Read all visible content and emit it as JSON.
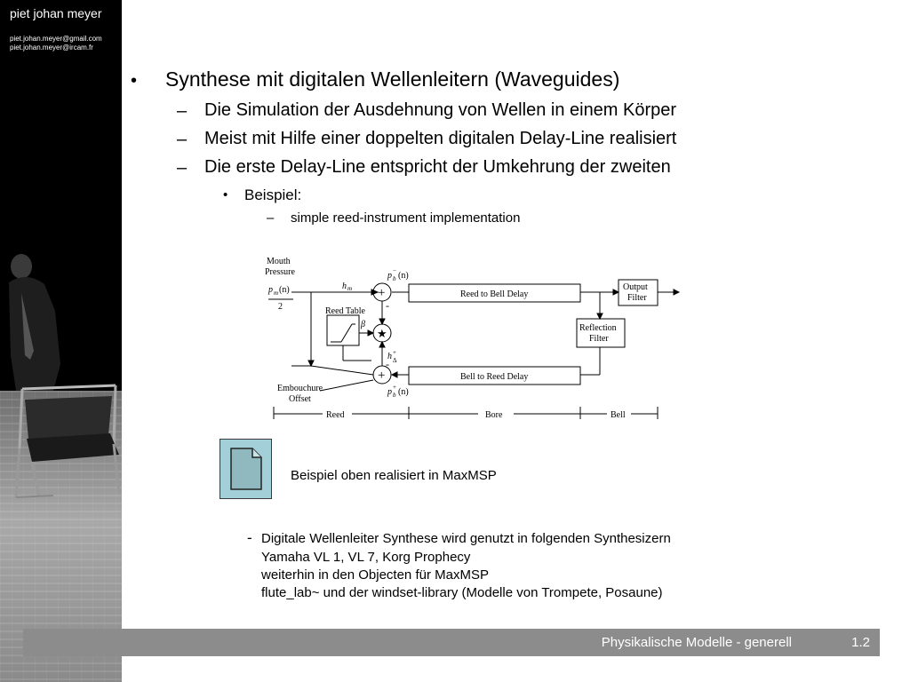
{
  "sidebar": {
    "author": "piet johan meyer",
    "emails": [
      "piet.johan.meyer@gmail.com",
      "piet.johan.meyer@ircam.fr"
    ]
  },
  "content": {
    "main_bullet": "Synthese mit digitalen Wellenleitern (Waveguides)",
    "sub_bullets": [
      "Die Simulation der Ausdehnung von Wellen in einem Körper",
      "Meist mit Hilfe einer doppelten digitalen Delay-Line realisiert",
      "Die erste Delay-Line entspricht der Umkehrung der zweiten"
    ],
    "example_label": "Beispiel:",
    "example_item": "simple reed-instrument implementation",
    "icon_caption": "Beispiel oben realisiert in MaxMSP",
    "dash": "-",
    "paragraph_lines": [
      "Digitale Wellenleiter Synthese wird genutzt in folgenden Synthesizern",
      "Yamaha VL 1, VL 7, Korg Prophecy",
      "weiterhin in den Objecten für MaxMSP",
      "flute_lab~ und der windset-library (Modelle von Trompete, Posaune)"
    ]
  },
  "diagram": {
    "mouth_pressure_1": "Mouth",
    "mouth_pressure_2": "Pressure",
    "pm": "p",
    "pm_sub": "m",
    "pm_arg": "(n)",
    "half": "2",
    "reed_table": "Reed Table",
    "beta": "β",
    "hm": "h",
    "hm_sub": "m",
    "pb_minus": "p",
    "pb_minus_sup": "−",
    "pb_sub": "b",
    "pb_arg": "(n)",
    "pb_plus_sup": "+",
    "hdelta": "h",
    "hdelta_sup": "+",
    "hdelta_sub": "Δ",
    "plus": "+",
    "minus": "-",
    "star": "★",
    "reed_to_bell": "Reed to Bell Delay",
    "bell_to_reed": "Bell to Reed Delay",
    "output_1": "Output",
    "output_2": "Filter",
    "reflection_1": "Reflection",
    "reflection_2": "Filter",
    "embouchure_1": "Embouchure",
    "embouchure_2": "Offset",
    "sec_reed": "Reed",
    "sec_bore": "Bore",
    "sec_bell": "Bell"
  },
  "footer": {
    "title": "Physikalische Modelle - generell",
    "page": "1.2"
  },
  "colors": {
    "footer_bg": "#8c8c8c",
    "icon_bg": "#a3d0d8",
    "sidebar_bg": "#000000"
  },
  "icons": [
    "document-icon",
    "bullet-dot-icon",
    "dash-icon"
  ]
}
